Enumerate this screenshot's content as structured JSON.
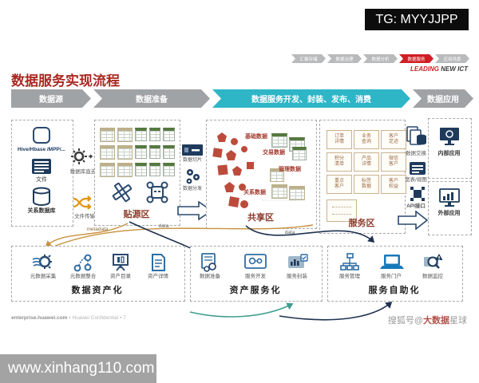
{
  "tg_watermark": "TG: MYYJJPP",
  "mini_nav": {
    "items": [
      {
        "label": "汇聚存储"
      },
      {
        "label": "数据治理"
      },
      {
        "label": "数据分析"
      },
      {
        "label": "数据服务"
      },
      {
        "label": "应用场景"
      }
    ]
  },
  "tagline": {
    "red": "LEADING",
    "dark": "NEW ICT"
  },
  "title": "数据服务实现流程",
  "banner": {
    "steps": [
      {
        "label": "数据源"
      },
      {
        "label": "数据准备"
      },
      {
        "label": "数据服务开发、封装、发布、消费"
      },
      {
        "label": "数据应用"
      }
    ]
  },
  "colors": {
    "accent_teal": "#2eb6c7",
    "banner_gray": "#a0a3a6",
    "title_red": "#a92a22",
    "navy": "#2b4a6f",
    "orange": "#e2930f",
    "brick": "#bc4b3c"
  },
  "sources": {
    "items": [
      {
        "label": "Hive/Hbase /MPP/..."
      },
      {
        "label": "文件"
      },
      {
        "label": "关系数据库"
      }
    ]
  },
  "ingest": {
    "direct": "数据库直连",
    "file": "文件传输"
  },
  "zones": {
    "staging": {
      "title": "贴源区"
    },
    "mid": {
      "slice": "数据切片",
      "dispatch": "数据分发"
    },
    "sharing": {
      "title": "共享区",
      "labels": [
        "基础数据",
        "交易数据",
        "管理数据",
        "关系数据"
      ],
      "ellipsis": "·············"
    },
    "serving": {
      "title": "服务区",
      "cards": [
        "订单详情",
        "业务查询",
        "客户足迹",
        "积分清单",
        "产品详情",
        "微信客户",
        "重点客户",
        "标签数据",
        "客户权益"
      ]
    },
    "publish": {
      "exchange": "数据交换",
      "wide_table": "宽表/视图",
      "api": "API接口"
    },
    "apps": {
      "internal": "内部应用",
      "external": "外部应用"
    }
  },
  "flows": {
    "metadata": "metadata",
    "data_left": "data",
    "data_right": "data"
  },
  "platform": {
    "asset": {
      "title": "数据资产化",
      "items": [
        "元数据采集",
        "元数据整合",
        "资产目录",
        "资产详情"
      ]
    },
    "service": {
      "title": "资产服务化",
      "items": [
        "数据准备",
        "服务开发",
        "服务封装"
      ]
    },
    "selfservice": {
      "title": "服务自助化",
      "items": [
        "服务管理",
        "服务门户",
        "数据监控"
      ]
    }
  },
  "footer": {
    "site": "enterprise.huawei.com",
    "confidential": "Huawei Confidential",
    "page": "7",
    "sohu_prefix": "搜狐号@",
    "sohu_red": "大数据",
    "sohu_suffix": "星球"
  },
  "site_watermark": "www.xinhang110.com"
}
